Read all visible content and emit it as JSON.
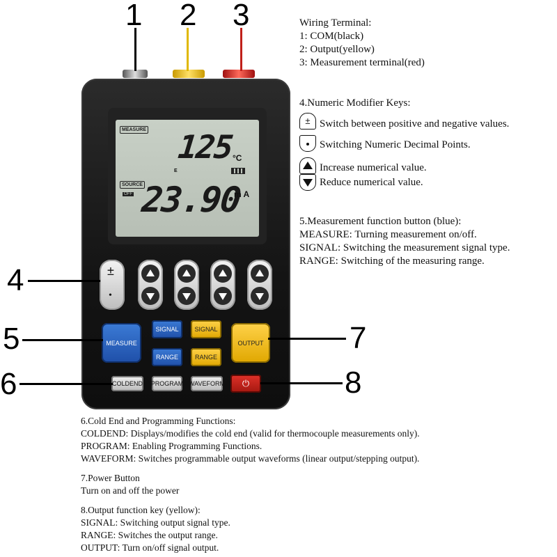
{
  "callouts": [
    "1",
    "2",
    "3",
    "4",
    "5",
    "6",
    "7",
    "8"
  ],
  "wiring": {
    "title": "Wiring Terminal:",
    "lines": [
      "1: COM(black)",
      "2: Output(yellow)",
      "3: Measurement terminal(red)"
    ]
  },
  "numeric_keys": {
    "title": "4.Numeric Modifier Keys:",
    "pm_desc": "Switch between positive and negative values.",
    "dot_desc": "Switching Numeric Decimal Points.",
    "inc_desc": "Increase numerical value.",
    "dec_desc": "Reduce numerical value.",
    "pm_symbol": "±"
  },
  "measure_fn": {
    "title": "5.Measurement function button (blue):",
    "lines": [
      "MEASURE: Turning measurement on/off.",
      "SIGNAL: Switching the measurement signal type.",
      "RANGE: Switching of the measuring range."
    ]
  },
  "cold_end": {
    "title": "6.Cold End and Programming Functions:",
    "lines": [
      "COLDEND: Displays/modifies the cold end (valid for thermocouple measurements only).",
      "PROGRAM: Enabling Programming Functions.",
      "WAVEFORM: Switches programmable output waveforms (linear output/stepping output)."
    ]
  },
  "power": {
    "title": "7.Power Button",
    "lines": [
      "Turn on and off the power"
    ]
  },
  "output_fn": {
    "title": "8.Output function key (yellow):",
    "lines": [
      "SIGNAL: Switching output signal type.",
      "RANGE: Switches the output range.",
      "OUTPUT: Turn on/off signal output."
    ]
  },
  "lcd": {
    "measure_tag": "MEASURE",
    "source_tag": "SOURCE",
    "off_tag": "OFF",
    "measure_value": "125",
    "measure_unit": "°C",
    "source_value": "23.90",
    "source_unit": "m A",
    "e_mark": "E"
  },
  "device_buttons": {
    "pm": "±",
    "dot": "•",
    "measure": "MEASURE",
    "signal_blue": "SIGNAL",
    "signal_yellow": "SIGNAL",
    "range_blue": "RANGE",
    "range_yellow": "RANGE",
    "output": "OUTPUT",
    "coldend": "COLDEND",
    "program": "PROGRAM",
    "waveform": "WAVEFORM",
    "power_symbol": "⏻"
  },
  "colors": {
    "blue": "#1f4fa8",
    "yellow": "#ffc400",
    "red": "#d2241c",
    "body": "#1a1a1a",
    "lcd": "#c0c8be"
  }
}
